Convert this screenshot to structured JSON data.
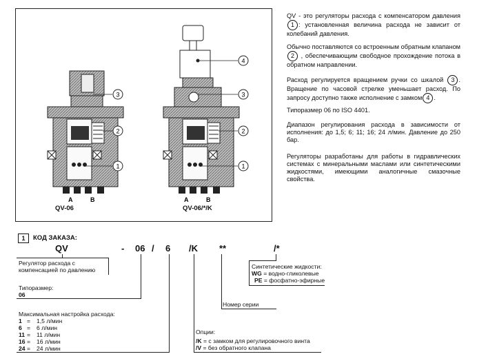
{
  "figures": {
    "left_caption": "QV-06",
    "right_caption": "QV-06/*/K",
    "port_a": "A",
    "port_b": "B",
    "callouts": [
      "1",
      "2",
      "3",
      "4"
    ]
  },
  "description": {
    "p1_prefix": "QV - это регуляторы расхода с компенсатором давления",
    "p1_num": "1",
    "p1_suffix": ": установленная величина расхода не зависит от колебаний давления.",
    "p2_prefix": "Обычно поставляются со встроенным обратным клапаном",
    "p2_num": "2",
    "p2_suffix": ", обеспечивающим свободное прохождение потока в обратном направлении.",
    "p3_prefix": "Расход регулируется вращением ручки со шкалой",
    "p3_num": "3",
    "p3_mid": ". Вращение по часовой стрелке уменьшает расход. По запросу доступно также исполнение с замком",
    "p3_num2": "4",
    "p3_end": ".",
    "p4": "Типоразмер 06 по ISO 4401.",
    "p5": "Диапазон регулирования расхода в зависимости от исполнения: до 1,5; 6; 11; 16; 24 л/мин. Давление до 250 бар.",
    "p6": "Регуляторы разработаны для работы в гидравлических системах с минеральными маслами или синтетическими жидкостями, имеющими аналогичные смазочные свойства."
  },
  "order_code": {
    "section_num": "1",
    "section_title": "КОД ЗАКАЗА:",
    "parts": [
      "QV",
      "-",
      "06",
      "/",
      "6",
      "/K",
      "**",
      "/*"
    ],
    "regulator_desc": "Регулятор расхода с компенсацией по давлению",
    "size_label": "Типоразмер:",
    "size_value": "06",
    "flow_label": "Максимальная настройка расхода:",
    "flow_options": [
      {
        "code": "1",
        "eq": "=",
        "val": "1,5 л/мин"
      },
      {
        "code": "6",
        "eq": "=",
        "val": "6 л/мин"
      },
      {
        "code": "11",
        "eq": "=",
        "val": "11 л/мин"
      },
      {
        "code": "16",
        "eq": "=",
        "val": "16 л/мин"
      },
      {
        "code": "24",
        "eq": "=",
        "val": "24 л/мин"
      }
    ],
    "series_label": "Номер серии",
    "fluids_label": "Синтетические жидкости:",
    "fluids": [
      {
        "code": "WG",
        "desc": "= водно-гликолевые"
      },
      {
        "code": "PE",
        "desc": "= фосфатно-эфирные"
      }
    ],
    "options_label": "Опции:",
    "options": [
      {
        "code": "/K",
        "desc": "= с замком для регулировочного винта"
      },
      {
        "code": "/V",
        "desc": "= без обратного клапана"
      }
    ]
  }
}
